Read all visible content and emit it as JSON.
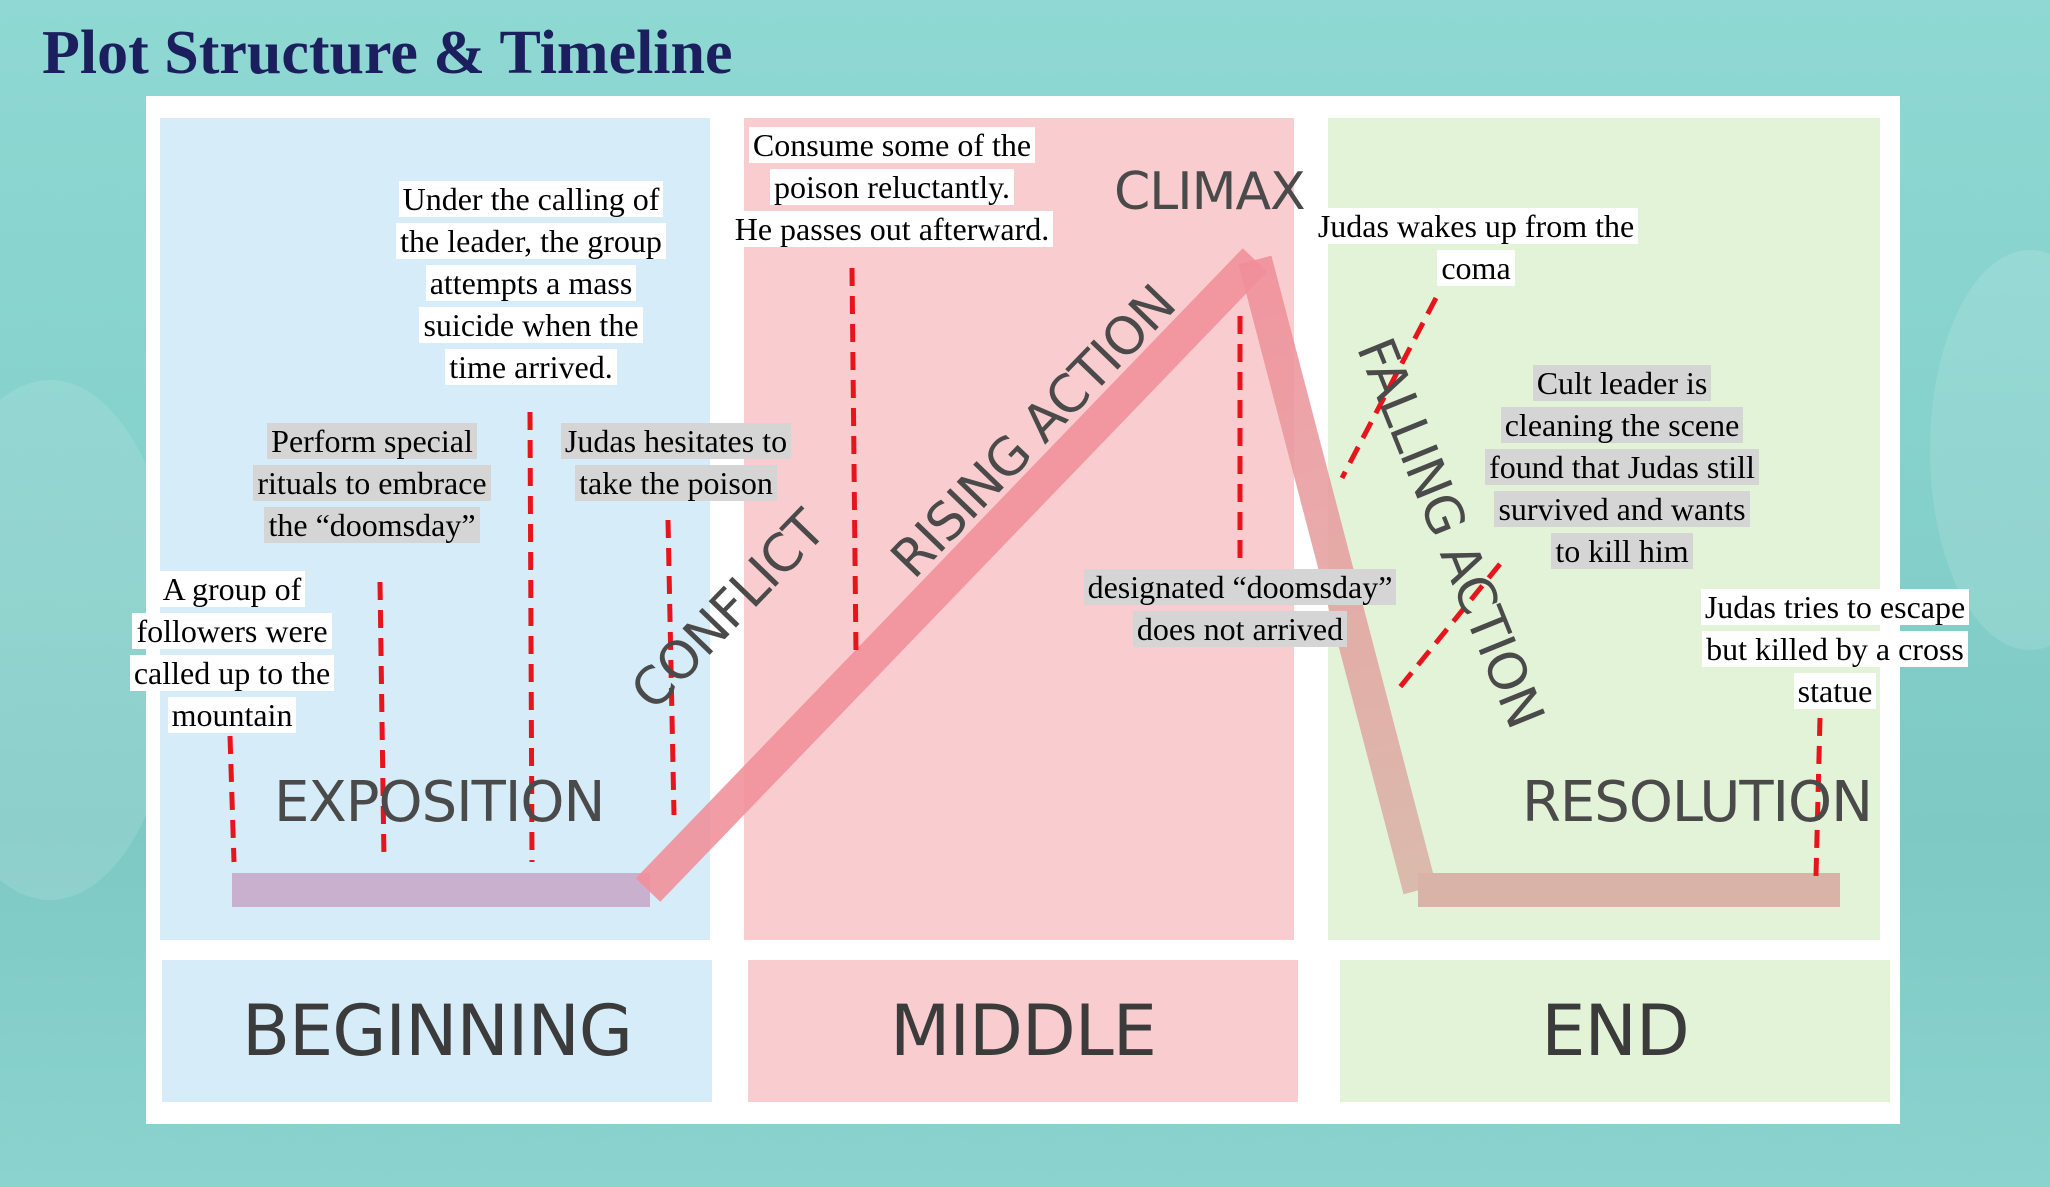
{
  "title": "Plot Structure & Timeline",
  "sections": {
    "beginning": "BEGINNING",
    "middle": "MIDDLE",
    "end": "END"
  },
  "stages": {
    "exposition": "EXPOSITION",
    "conflict": "CONFLICT",
    "rising_action": "RISING ACTION",
    "climax": "CLIMAX",
    "falling_action": "FALLING ACTION",
    "resolution": "RESOLUTION"
  },
  "events": [
    {
      "lines": [
        "A group of",
        "followers were",
        "called up to the",
        "mountain"
      ]
    },
    {
      "lines": [
        "Perform special",
        "rituals to embrace",
        "the “doomsday”"
      ]
    },
    {
      "lines": [
        "Under the calling of",
        "the leader, the group",
        "attempts a mass",
        "suicide when the",
        "time arrived."
      ]
    },
    {
      "lines": [
        "Judas hesitates to",
        "take the poison"
      ]
    },
    {
      "lines": [
        "Consume some of the",
        "poison reluctantly.",
        "He passes out afterward."
      ]
    },
    {
      "lines": [
        "designated “doomsday”",
        "does not arrived"
      ]
    },
    {
      "lines": [
        "Judas wakes up from the",
        "coma"
      ]
    },
    {
      "lines": [
        "Cult leader is",
        "cleaning the scene",
        "found that Judas still",
        "survived and wants",
        "to kill him"
      ]
    },
    {
      "lines": [
        "Judas tries to escape",
        "but killed by a cross",
        "statue"
      ]
    }
  ],
  "colors": {
    "title": "#1b1f5e",
    "beginning_zone": "#d6ecf8",
    "middle_zone": "#f9cdd0",
    "end_zone": "#e3f3d8",
    "marker": "#e8141c"
  }
}
